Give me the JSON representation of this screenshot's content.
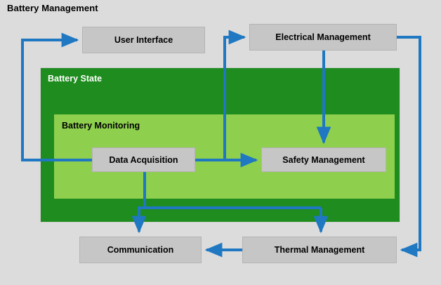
{
  "diagram": {
    "title": "Battery Management",
    "background_color": "#dcdcdc",
    "accent_color": "#1f78c1",
    "groups": [
      {
        "id": "battery-state",
        "label": "Battery State",
        "color": "#1e8c1e",
        "label_color": "#ffffff"
      },
      {
        "id": "battery-monitoring",
        "label": "Battery Monitoring",
        "color": "#8ed04e",
        "label_color": "#000000"
      }
    ],
    "nodes": [
      {
        "id": "user-interface",
        "label": "User Interface",
        "color": "#c6c6c6"
      },
      {
        "id": "electrical",
        "label": "Electrical Management",
        "color": "#c6c6c6"
      },
      {
        "id": "data-acquisition",
        "label": "Data Acquisition",
        "color": "#c6c6c6"
      },
      {
        "id": "safety",
        "label": "Safety Management",
        "color": "#c6c6c6"
      },
      {
        "id": "communication",
        "label": "Communication",
        "color": "#c6c6c6"
      },
      {
        "id": "thermal",
        "label": "Thermal Management",
        "color": "#c6c6c6"
      }
    ],
    "connections": [
      {
        "from": "data-acquisition",
        "to": "user-interface"
      },
      {
        "from": "data-acquisition",
        "to": "electrical"
      },
      {
        "from": "data-acquisition",
        "to": "safety"
      },
      {
        "from": "data-acquisition",
        "to": "communication"
      },
      {
        "from": "data-acquisition",
        "to": "thermal"
      },
      {
        "from": "electrical",
        "to": "safety"
      },
      {
        "from": "electrical",
        "to": "thermal"
      },
      {
        "from": "thermal",
        "to": "communication"
      }
    ]
  }
}
